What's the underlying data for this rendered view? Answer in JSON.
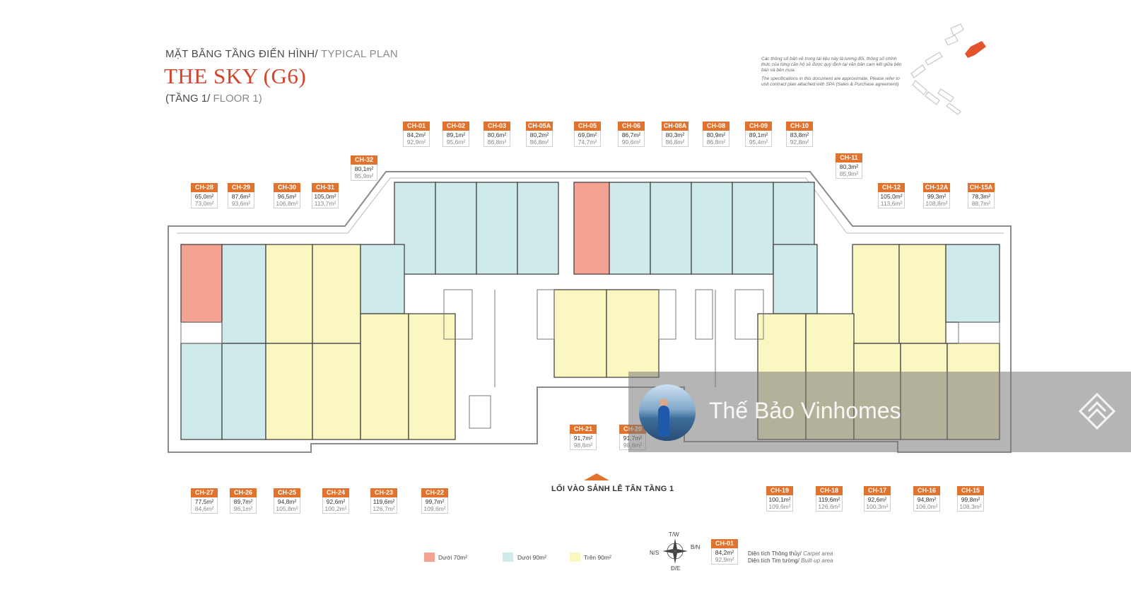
{
  "header": {
    "subtitle_vi": "MẶT BẰNG TẦNG ĐIỂN HÌNH/",
    "subtitle_en": " TYPICAL PLAN",
    "title": "THE SKY (G6)",
    "floor_vi": "(TẦNG 1/",
    "floor_en": " FLOOR 1)"
  },
  "disclaimer": {
    "vi": "Các thông số bản vẽ trong tài liệu này là tương đối, thông số chính thức của từng căn hộ sẽ được quy định tại văn bản cam kết giữa bên bán và bên mua.",
    "en": "The specifications in this document are approximate. Please refer to unit contract plan attached with SPA (Sales & Purchase agreement)"
  },
  "units_top": [
    {
      "code": "CH-01",
      "carpet": "84,2m²",
      "builtup": "92,9m²"
    },
    {
      "code": "CH-02",
      "carpet": "89,1m²",
      "builtup": "95,6m²"
    },
    {
      "code": "CH-03",
      "carpet": "80,6m²",
      "builtup": "86,8m²"
    },
    {
      "code": "CH-05A",
      "carpet": "80,2m²",
      "builtup": "86,8m²"
    },
    {
      "code": "CH-05",
      "carpet": "69,0m²",
      "builtup": "74,7m²"
    },
    {
      "code": "CH-06",
      "carpet": "86,7m²",
      "builtup": "90,6m²"
    },
    {
      "code": "CH-08A",
      "carpet": "80,3m²",
      "builtup": "86,8m²"
    },
    {
      "code": "CH-08",
      "carpet": "80,9m²",
      "builtup": "86,8m²"
    },
    {
      "code": "CH-09",
      "carpet": "89,1m²",
      "builtup": "95,4m²"
    },
    {
      "code": "CH-10",
      "carpet": "83,8m²",
      "builtup": "92,8m²"
    }
  ],
  "units_mid": [
    {
      "code": "CH-32",
      "carpet": "80,1m²",
      "builtup": "85,9m²"
    },
    {
      "code": "CH-11",
      "carpet": "80,3m²",
      "builtup": "85,9m²"
    }
  ],
  "units_left": [
    {
      "code": "CH-28",
      "carpet": "65,0m²",
      "builtup": "73,0m²"
    },
    {
      "code": "CH-29",
      "carpet": "87,6m²",
      "builtup": "93,6m²"
    },
    {
      "code": "CH-30",
      "carpet": "96,5m²",
      "builtup": "106,8m²"
    },
    {
      "code": "CH-31",
      "carpet": "105,0m²",
      "builtup": "113,7m²"
    }
  ],
  "units_right": [
    {
      "code": "CH-12",
      "carpet": "105,0m²",
      "builtup": "113,6m²"
    },
    {
      "code": "CH-12A",
      "carpet": "99,3m²",
      "builtup": "108,8m²"
    },
    {
      "code": "CH-15A",
      "carpet": "78,3m²",
      "builtup": "88,7m²"
    }
  ],
  "units_center": [
    {
      "code": "CH-21",
      "carpet": "91,7m²",
      "builtup": "98,6m²"
    },
    {
      "code": "CH-20",
      "carpet": "91,7m²",
      "builtup": "98,6m²"
    }
  ],
  "units_bottom_left": [
    {
      "code": "CH-27",
      "carpet": "77,5m²",
      "builtup": "84,6m²"
    },
    {
      "code": "CH-26",
      "carpet": "89,7m²",
      "builtup": "96,1m²"
    },
    {
      "code": "CH-25",
      "carpet": "94,8m²",
      "builtup": "105,8m²"
    },
    {
      "code": "CH-24",
      "carpet": "92,6m²",
      "builtup": "100,2m²"
    },
    {
      "code": "CH-23",
      "carpet": "119,6m²",
      "builtup": "126,7m²"
    },
    {
      "code": "CH-22",
      "carpet": "99,7m²",
      "builtup": "109,6m²"
    }
  ],
  "units_bottom_right": [
    {
      "code": "CH-19",
      "carpet": "100,1m²",
      "builtup": "109,6m²"
    },
    {
      "code": "CH-18",
      "carpet": "119,6m²",
      "builtup": "126,6m²"
    },
    {
      "code": "CH-17",
      "carpet": "92,6m²",
      "builtup": "100,3m²"
    },
    {
      "code": "CH-16",
      "carpet": "94,8m²",
      "builtup": "106,0m²"
    },
    {
      "code": "CH-15",
      "carpet": "99,8m²",
      "builtup": "108,3m²"
    }
  ],
  "entrance_label": "LỐI VÀO SẢNH LỄ TÂN TẦNG 1",
  "legend": [
    {
      "label": "Dưới 70m²",
      "color": "#f4a393"
    },
    {
      "label": "Dưới 90m²",
      "color": "#cfeaea"
    },
    {
      "label": "Trên 90m²",
      "color": "#fbf7c0"
    }
  ],
  "compass": {
    "n": "T/W",
    "s": "Đ/E",
    "w": "N/S",
    "e": "B/N"
  },
  "key": {
    "code": "CH-01",
    "carpet": "84,2m²",
    "builtup": "92,9m²",
    "carpet_label_vi": "Diện tích Thông thủy/",
    "carpet_label_en": " Carpet area",
    "builtup_label_vi": "Diện tích Tim tường/",
    "builtup_label_en": " Built-up area"
  },
  "watermark": {
    "text": "Thế Bảo Vinhomes"
  },
  "colors": {
    "accent": "#e2732e",
    "title": "#d2452c",
    "small": "#f4a393",
    "medium": "#cfeaea",
    "large": "#fbf7c0"
  }
}
